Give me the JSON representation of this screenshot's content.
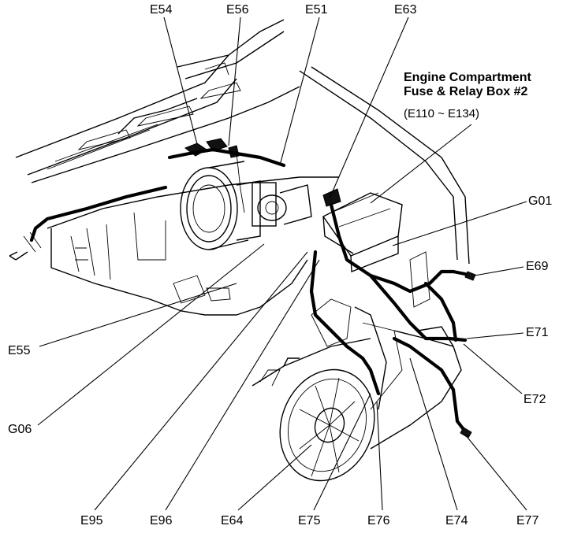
{
  "fuse_box": {
    "title_line1": "Engine Compartment",
    "title_line2": "Fuse & Relay Box #2",
    "range": "(E110 ~ E134)"
  },
  "labels": {
    "e54": "E54",
    "e56": "E56",
    "e51": "E51",
    "e63": "E63",
    "g01": "G01",
    "e69": "E69",
    "e71": "E71",
    "e72": "E72",
    "e55": "E55",
    "g06": "G06",
    "e95": "E95",
    "e96": "E96",
    "e64": "E64",
    "e75": "E75",
    "e76": "E76",
    "e74": "E74",
    "e77": "E77"
  }
}
